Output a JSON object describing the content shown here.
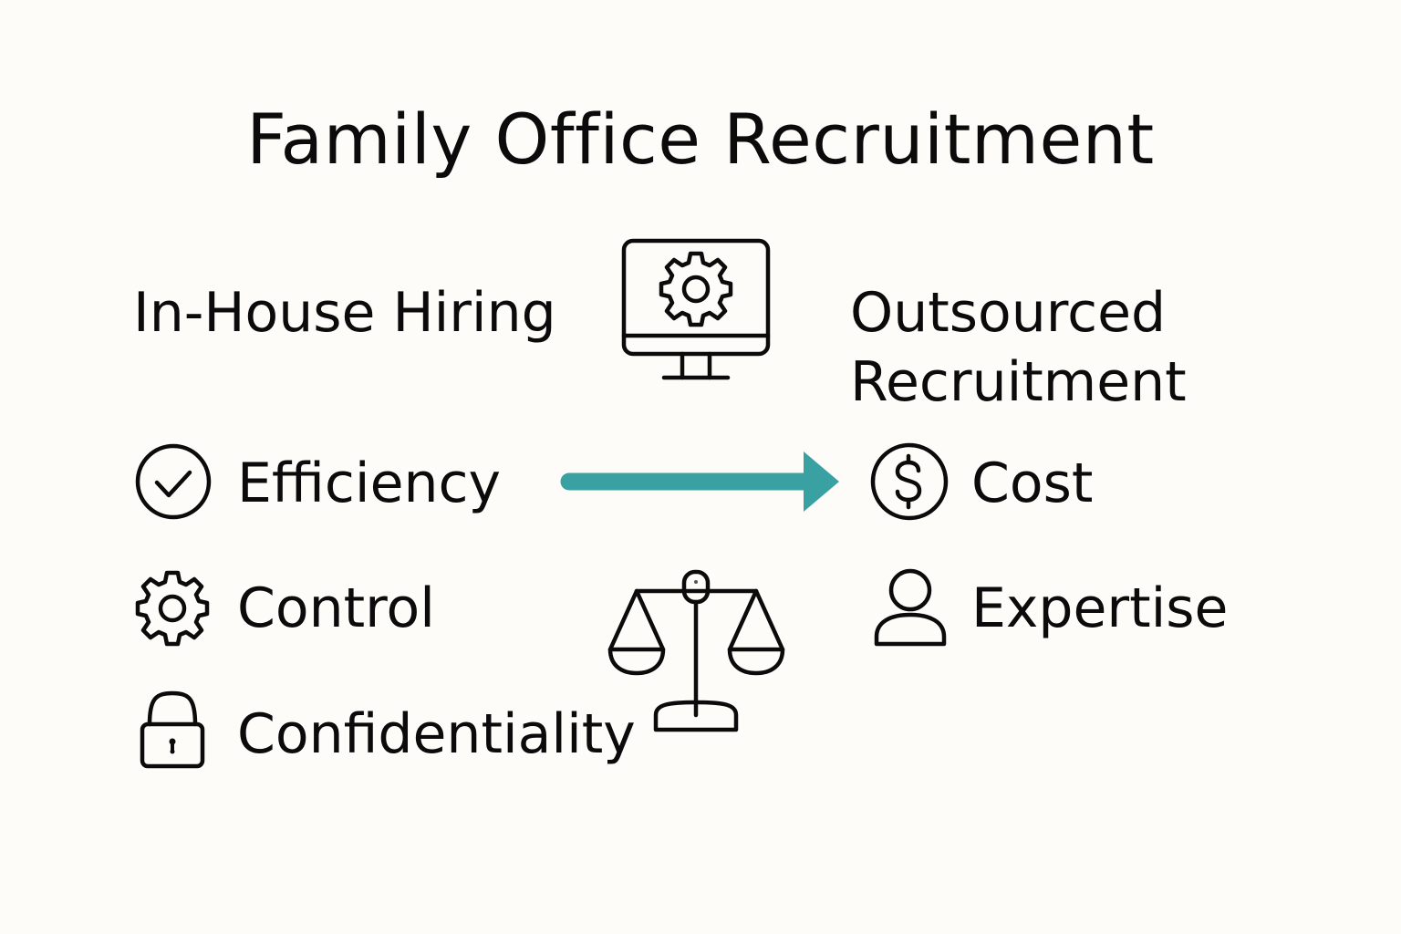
{
  "title": "Family Office Recruitment",
  "left_column": {
    "heading": "In-House Hiring",
    "items": [
      {
        "icon": "check-circle-icon",
        "label": "Efficiency"
      },
      {
        "icon": "gear-icon",
        "label": "Control"
      },
      {
        "icon": "lock-icon",
        "label": "Confidentiality"
      }
    ]
  },
  "right_column": {
    "heading_line1": "Outsourced",
    "heading_line2": "Recruitment",
    "items": [
      {
        "icon": "dollar-circle-icon",
        "label": "Cost"
      },
      {
        "icon": "person-icon",
        "label": "Expertise"
      }
    ]
  },
  "center": {
    "top_icon": "monitor-gear-icon",
    "arrow_icon": "arrow-right-icon",
    "bottom_icon": "balance-scale-icon"
  },
  "colors": {
    "background": "#fdfcf9",
    "text": "#0b0b0b",
    "arrow": "#3aa1a3"
  }
}
